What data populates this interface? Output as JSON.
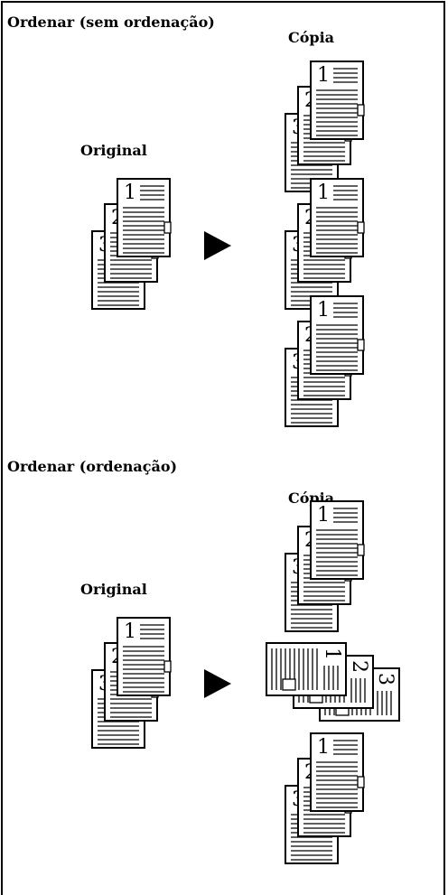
{
  "sections": [
    {
      "title": "Ordenar (sem ordenação)",
      "original_label": "Original",
      "copy_label": "Cópia",
      "original_pages": [
        "1",
        "2",
        "3"
      ],
      "copy_sets": [
        [
          "1",
          "2",
          "3"
        ],
        [
          "1",
          "2",
          "3"
        ],
        [
          "1",
          "2",
          "3"
        ]
      ]
    },
    {
      "title": "Ordenar (ordenação)",
      "original_label": "Original",
      "copy_label": "Cópia",
      "original_pages": [
        "1",
        "2",
        "3"
      ],
      "copy_sets": [
        [
          "1",
          "2",
          "3"
        ],
        [
          "1",
          "2",
          "3"
        ],
        [
          "1",
          "2",
          "3"
        ]
      ]
    }
  ],
  "colors": {
    "ink": "#000000",
    "paper": "#ffffff"
  },
  "icons": {
    "arrow": "right-arrow-icon",
    "page": "page-icon"
  }
}
